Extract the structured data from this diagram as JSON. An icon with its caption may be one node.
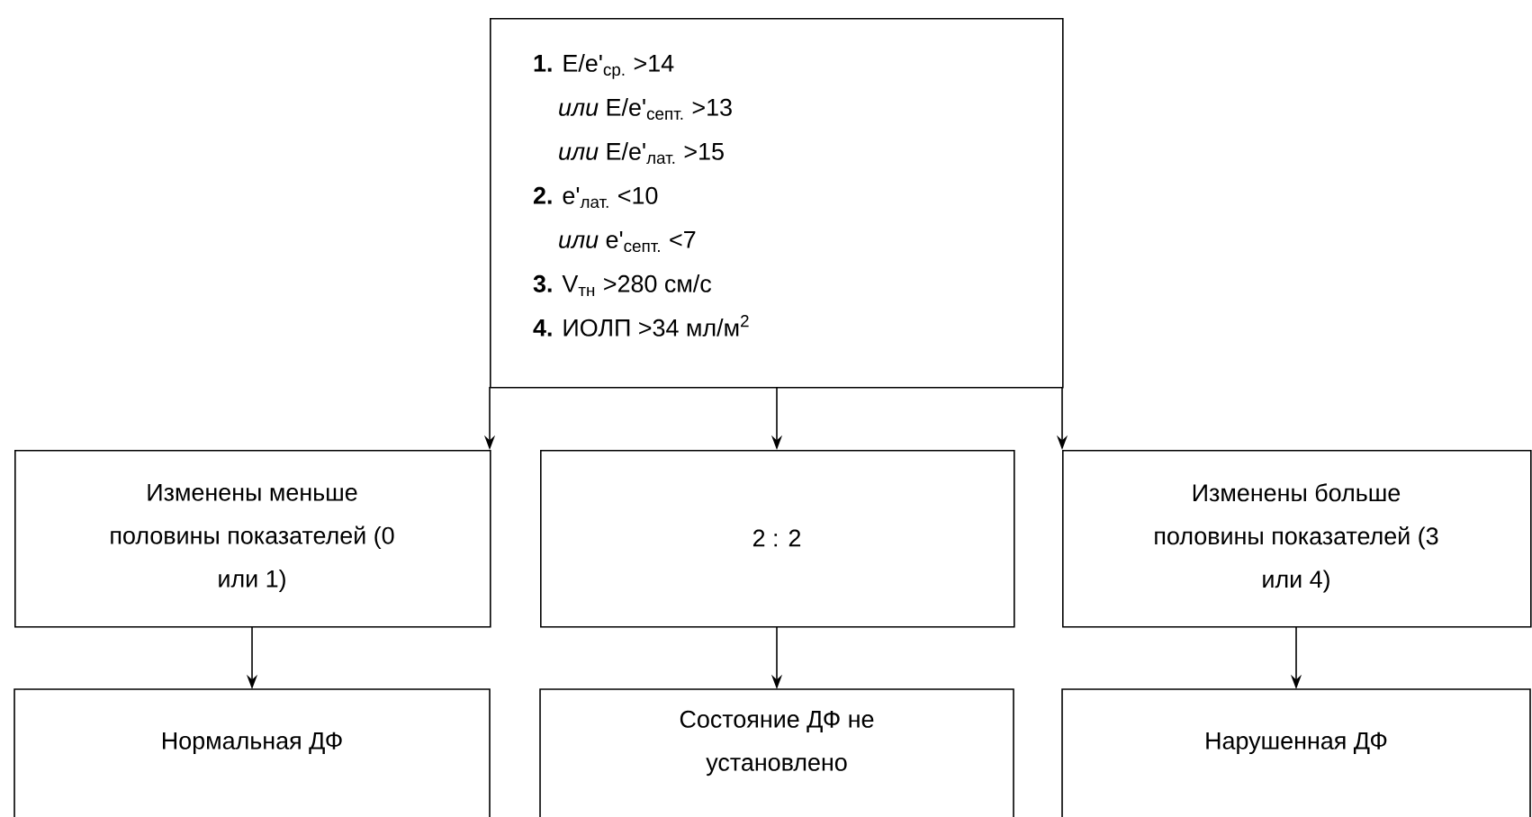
{
  "diagram": {
    "nodes": [
      {
        "text": [
          "**1.** E/e'$_{ср.}$ >14",
          "*или* E/e'$_{септ.}$ >13",
          "*или* E/e'$_{лат.}$ >15",
          "**2.** e'$_{лат.}$ <10",
          "*или* e'$_{септ.}$ <7",
          "**3.** V$_{тн}$ >280 см/с",
          "**4.** ИОЛП >34 мл/м$^{2}$"
        ]
      },
      {
        "text": [
          "Изменены меньше половины показателей (0 или 1)"
        ]
      },
      {
        "text": [
          "2 : 2"
        ]
      },
      {
        "text": [
          "Изменены больше половины показателей (3 или 4)"
        ]
      },
      {
        "text": [
          "Нормальная ДФ"
        ]
      },
      {
        "text": [
          "Состояние ДФ не установлено"
        ]
      },
      {
        "text": [
          "Нарушенная ДФ"
        ]
      }
    ],
    "edges": [
      {
        "from": 0,
        "to": 1,
        "arrow": "to"
      },
      {
        "from": 0,
        "to": 2,
        "arrow": "to"
      },
      {
        "from": 0,
        "to": 3,
        "arrow": "to"
      },
      {
        "from": 1,
        "to": 4,
        "arrow": "to"
      },
      {
        "from": 2,
        "to": 5,
        "arrow": "to"
      },
      {
        "from": 3,
        "to": 6,
        "arrow": "to"
      }
    ]
  }
}
